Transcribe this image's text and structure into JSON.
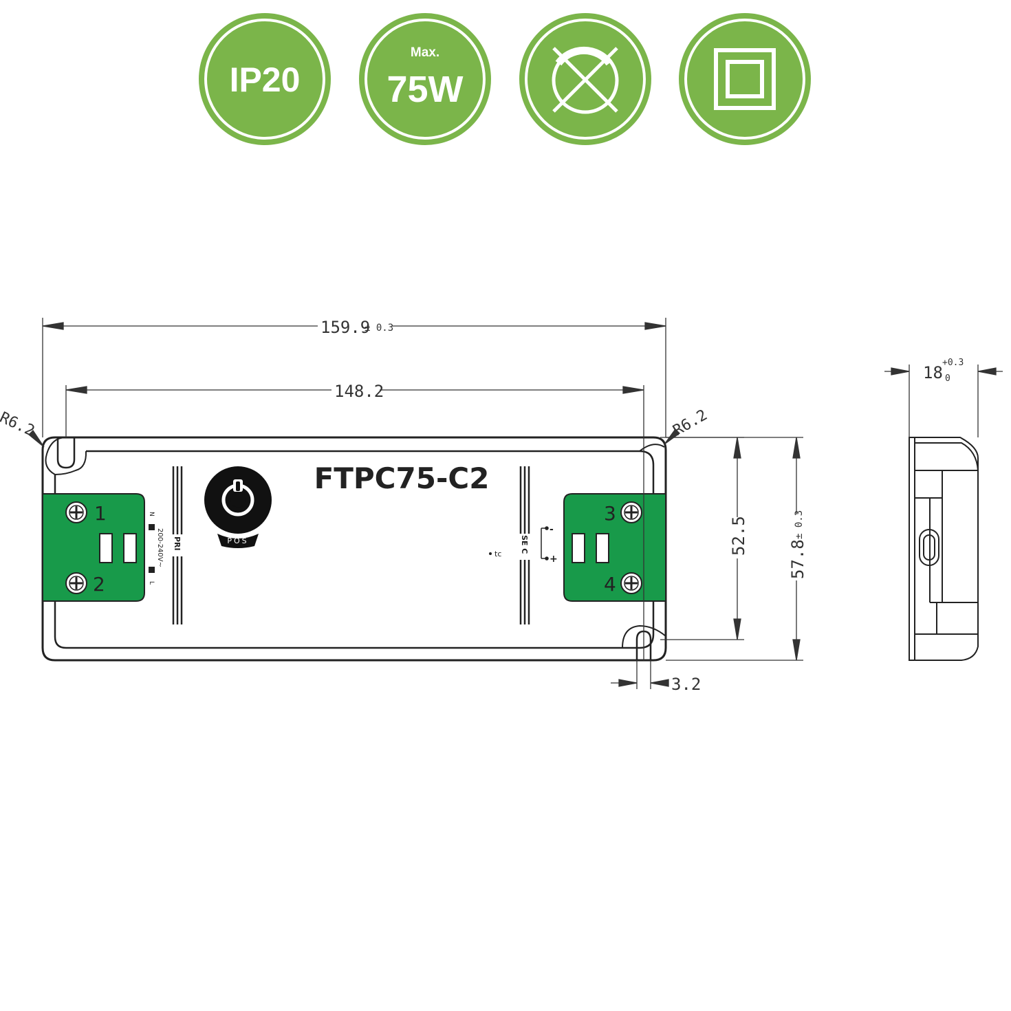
{
  "badges": {
    "ip": "IP20",
    "max_label": "Max.",
    "max_value": "75W",
    "accent": "#7bb54a",
    "ring": "#ffffff"
  },
  "drawing": {
    "model": "FTPC75-C2",
    "dim_total_length": "159.9",
    "dim_total_length_tol": "± 0.3",
    "dim_hole_spacing": "148.2",
    "dim_radius_left": "R6.2",
    "dim_radius_right": "R6.2",
    "dim_hole_height": "52.5",
    "dim_total_width": "57.8",
    "dim_total_width_tol": "± 0.3",
    "dim_slot_width": "3.2",
    "dim_depth": "18",
    "dim_depth_tol_plus": "+0.3",
    "dim_depth_tol_minus": "0",
    "terminal_1": "1",
    "terminal_2": "2",
    "terminal_3": "3",
    "terminal_4": "4",
    "pri_label": "PRI",
    "sec_label": "SE C",
    "input_voltage": "200-240V~",
    "neutral": "N",
    "live": "L",
    "tc_label": "tc",
    "minus": "-",
    "plus": "+",
    "pos_label": "POS",
    "terminal_color": "#189a4a"
  }
}
